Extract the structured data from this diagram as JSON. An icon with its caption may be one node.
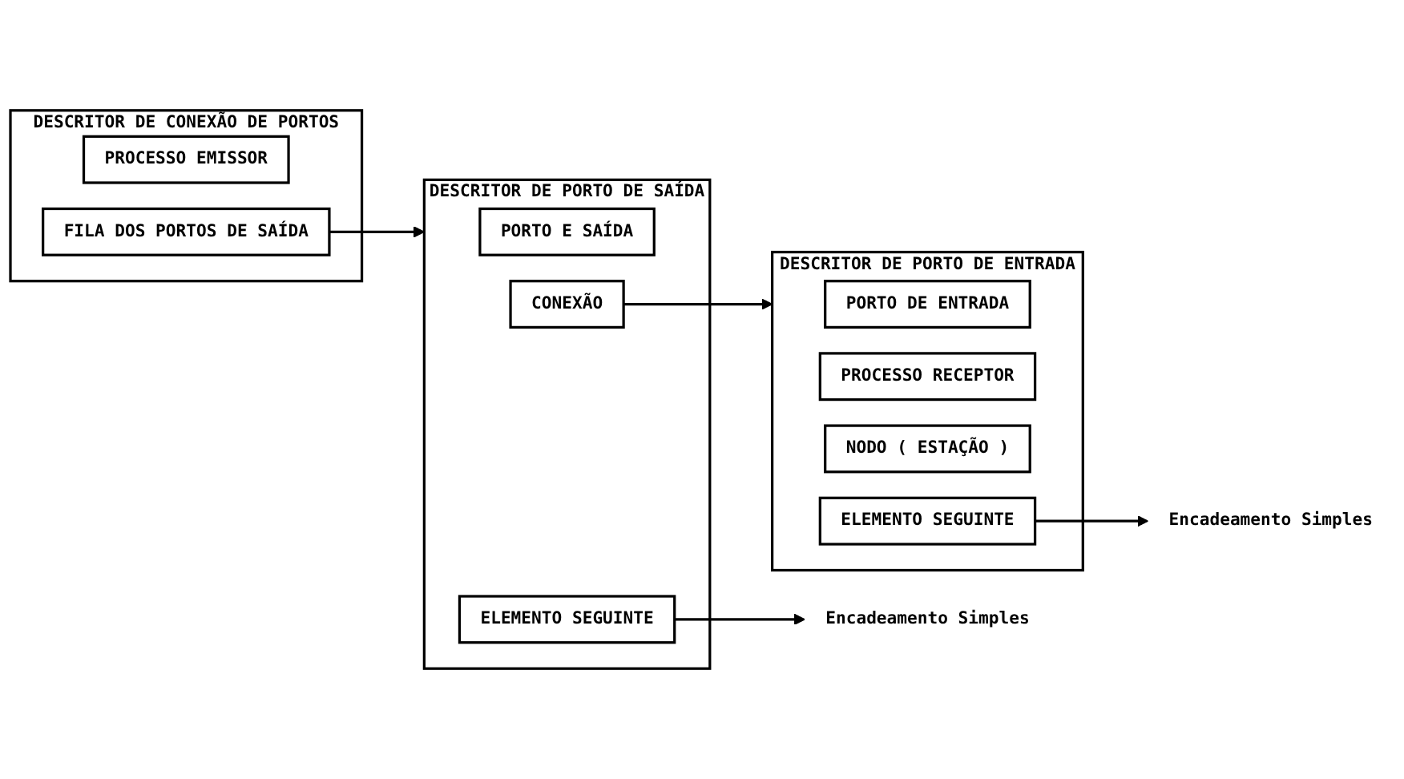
{
  "diagram": {
    "nodes": [
      {
        "text": [
          "DESCRITOR DE CONEXÃO DE PORTOS"
        ]
      },
      {
        "text": [
          "PROCESSO EMISSOR"
        ],
        "in": 0
      },
      {
        "text": [
          "FILA DOS PORTOS DE SAÍDA"
        ],
        "in": 0
      },
      {
        "text": [
          "DESCRITOR DE PORTO DE SAÍDA"
        ]
      },
      {
        "text": [
          "PORTO E SAÍDA"
        ],
        "in": 3
      },
      {
        "text": [
          "CONEXÃO"
        ],
        "in": 3
      },
      {
        "text": [
          "ELEMENTO SEGUINTE"
        ],
        "in": 3
      },
      {
        "text": [
          "DESCRITOR DE PORTO DE ENTRADA"
        ]
      },
      {
        "text": [
          "PORTO DE ENTRADA"
        ],
        "in": 7
      },
      {
        "text": [
          "PROCESSO RECEPTOR"
        ],
        "in": 7
      },
      {
        "text": [
          "NODO ( ESTAÇÃO )"
        ],
        "in": 7
      },
      {
        "text": [
          "ELEMENTO SEGUINTE"
        ],
        "in": 7
      },
      {
        "text": [
          "Encadeamento Simples"
        ]
      },
      {
        "text": [
          "Encadeamento Simples"
        ]
      }
    ],
    "edges": [
      {
        "from": 2,
        "to": 3,
        "arrow": "to"
      },
      {
        "from": 5,
        "to": 7,
        "arrow": "to"
      },
      {
        "from": 6,
        "to": 12,
        "arrow": "to"
      },
      {
        "from": 11,
        "to": 13,
        "arrow": "to"
      }
    ]
  }
}
